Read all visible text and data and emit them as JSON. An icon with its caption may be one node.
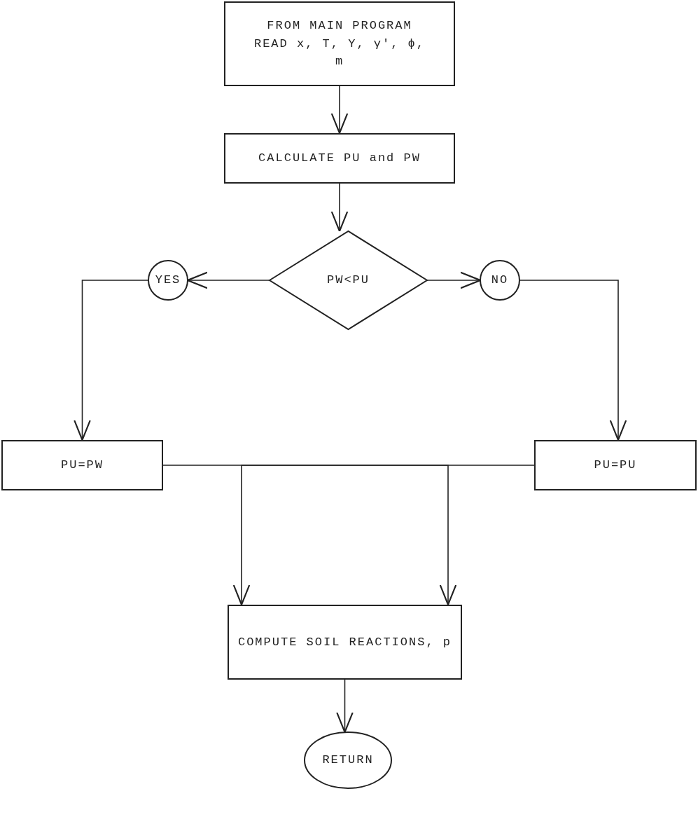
{
  "diagram": {
    "nodes": [
      {
        "text": [
          "FROM MAIN PROGRAM READ x, T, Y, γ', ϕ, m"
        ]
      },
      {
        "text": [
          "CALCULATE PU and PW"
        ]
      },
      {
        "text": [
          "PW<PU"
        ]
      },
      {
        "text": [
          "YES"
        ]
      },
      {
        "text": [
          "NO"
        ]
      },
      {
        "text": [
          "PU=PW"
        ]
      },
      {
        "text": [
          "PU=PU"
        ]
      },
      {
        "text": [
          "COMPUTE SOIL REACTIONS, p"
        ]
      },
      {
        "text": [
          "RETURN"
        ]
      }
    ],
    "edges": [
      {
        "from": 0,
        "to": 1,
        "arrow": "to"
      },
      {
        "from": 1,
        "to": 2,
        "arrow": "to"
      },
      {
        "from": 2,
        "to": 3,
        "arrow": "to"
      },
      {
        "from": 2,
        "to": 4,
        "arrow": "to"
      },
      {
        "from": 3,
        "to": 5,
        "arrow": "to"
      },
      {
        "from": 4,
        "to": 6,
        "arrow": "to"
      },
      {
        "from": 5,
        "to": 7,
        "arrow": "to"
      },
      {
        "from": 6,
        "to": 7,
        "arrow": "to"
      },
      {
        "from": 7,
        "to": 8,
        "arrow": "to"
      }
    ]
  }
}
